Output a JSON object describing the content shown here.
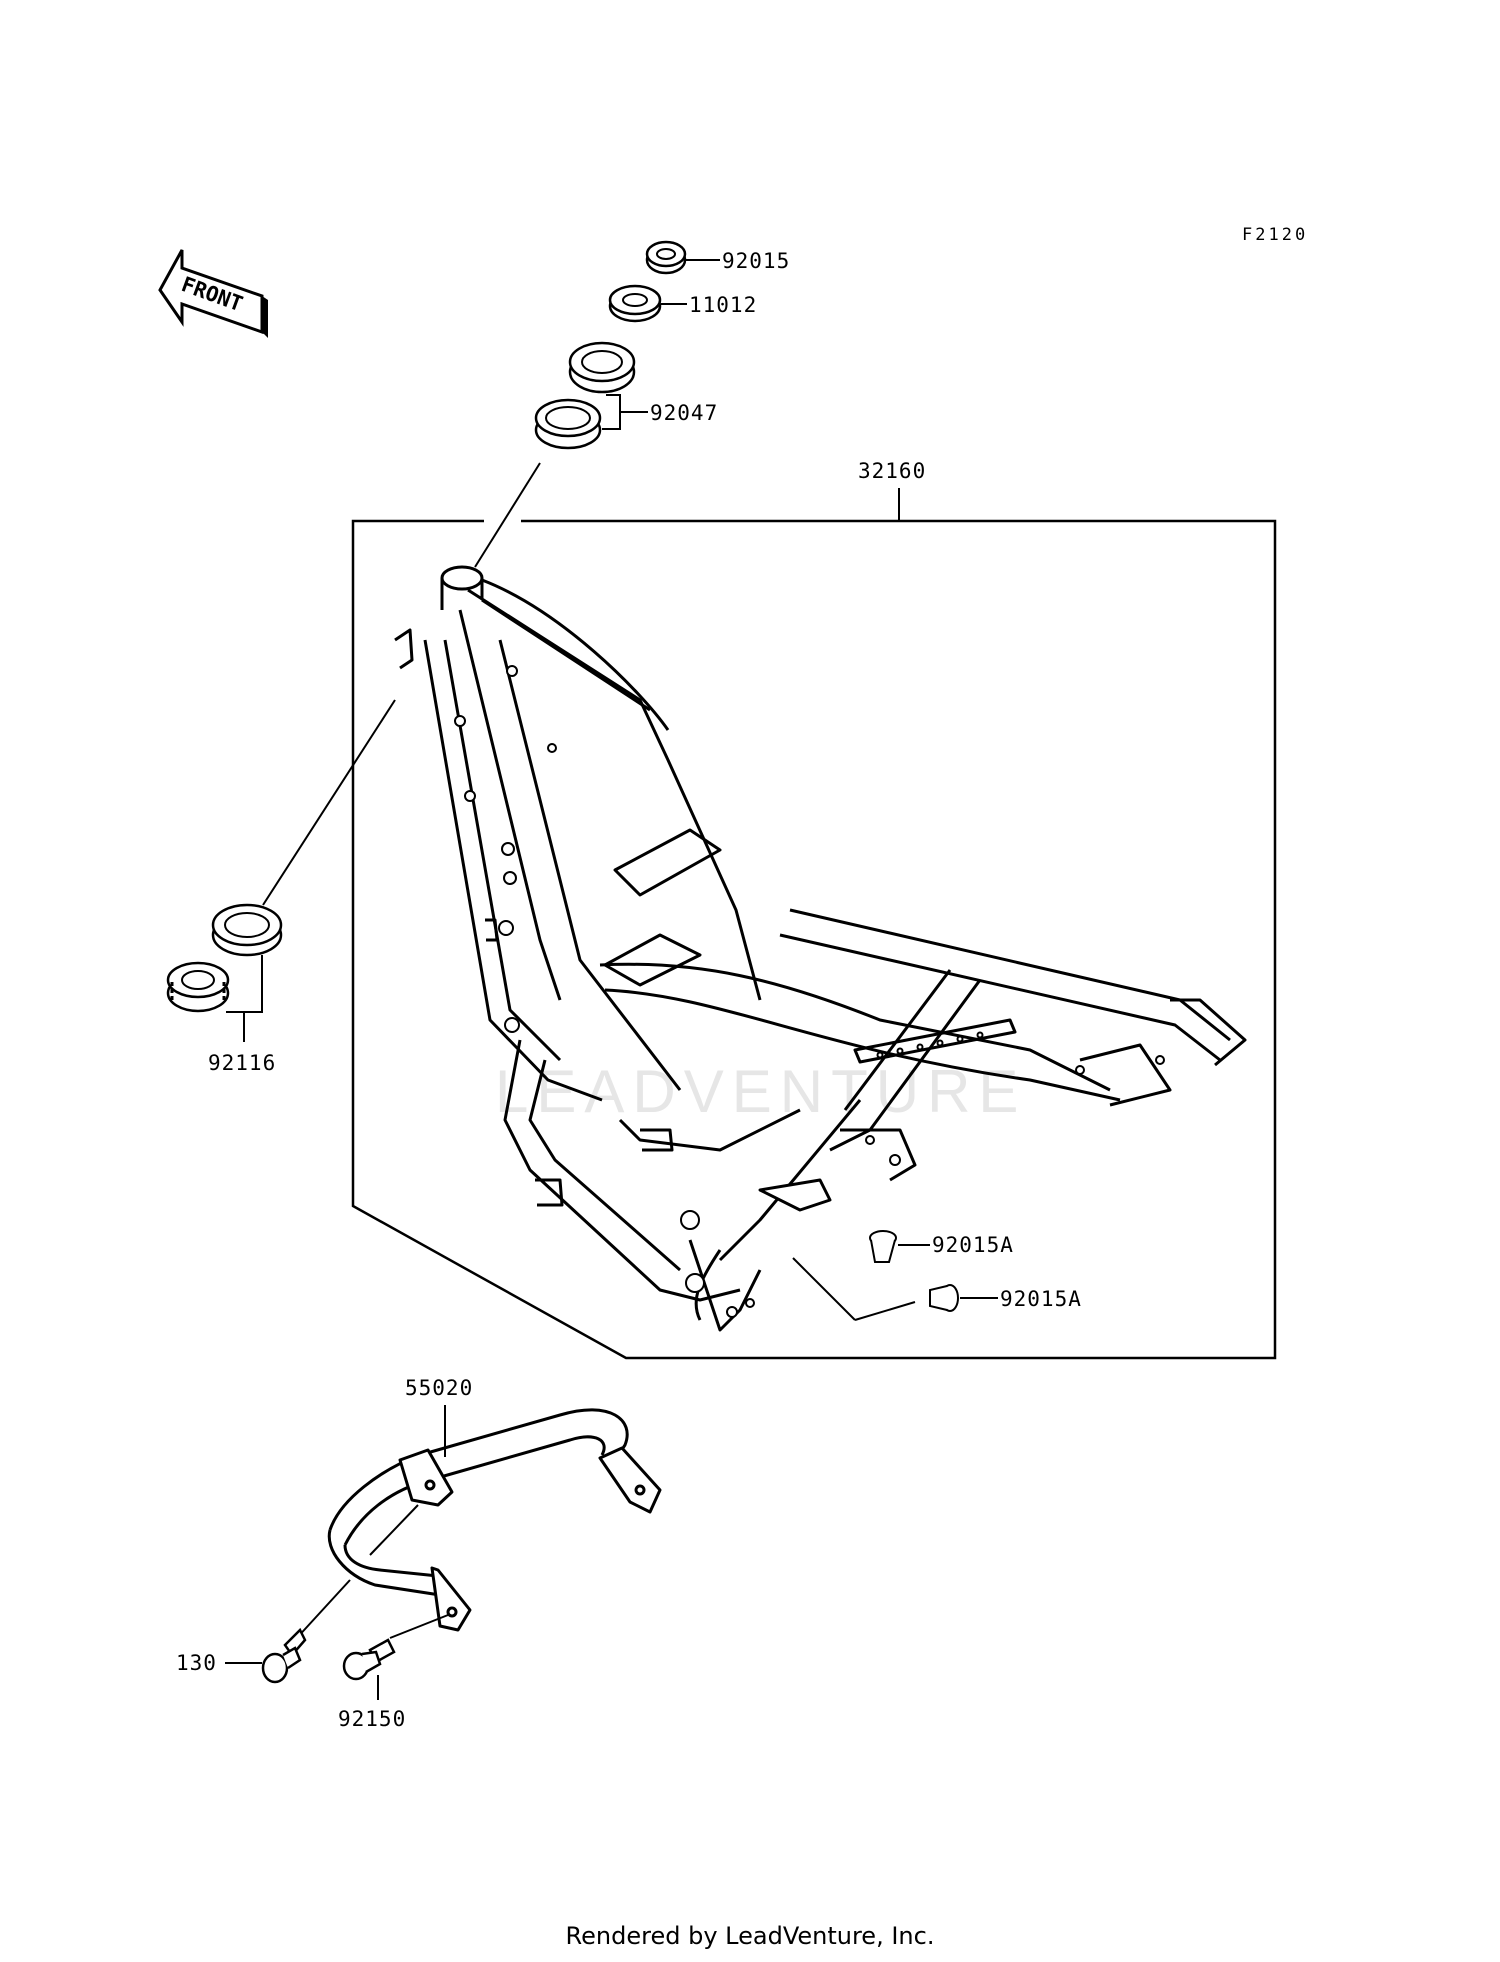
{
  "diagram_code": "F2120",
  "front_label": "FRONT",
  "watermark": "LEADVENTURE",
  "footer_text": "Rendered by LeadVenture, Inc.",
  "parts": {
    "p92015": "92015",
    "p11012": "11012",
    "p92047": "92047",
    "p32160": "32160",
    "p92116": "92116",
    "p92015A_1": "92015A",
    "p92015A_2": "92015A",
    "p55020": "55020",
    "p130": "130",
    "p92150": "92150"
  }
}
